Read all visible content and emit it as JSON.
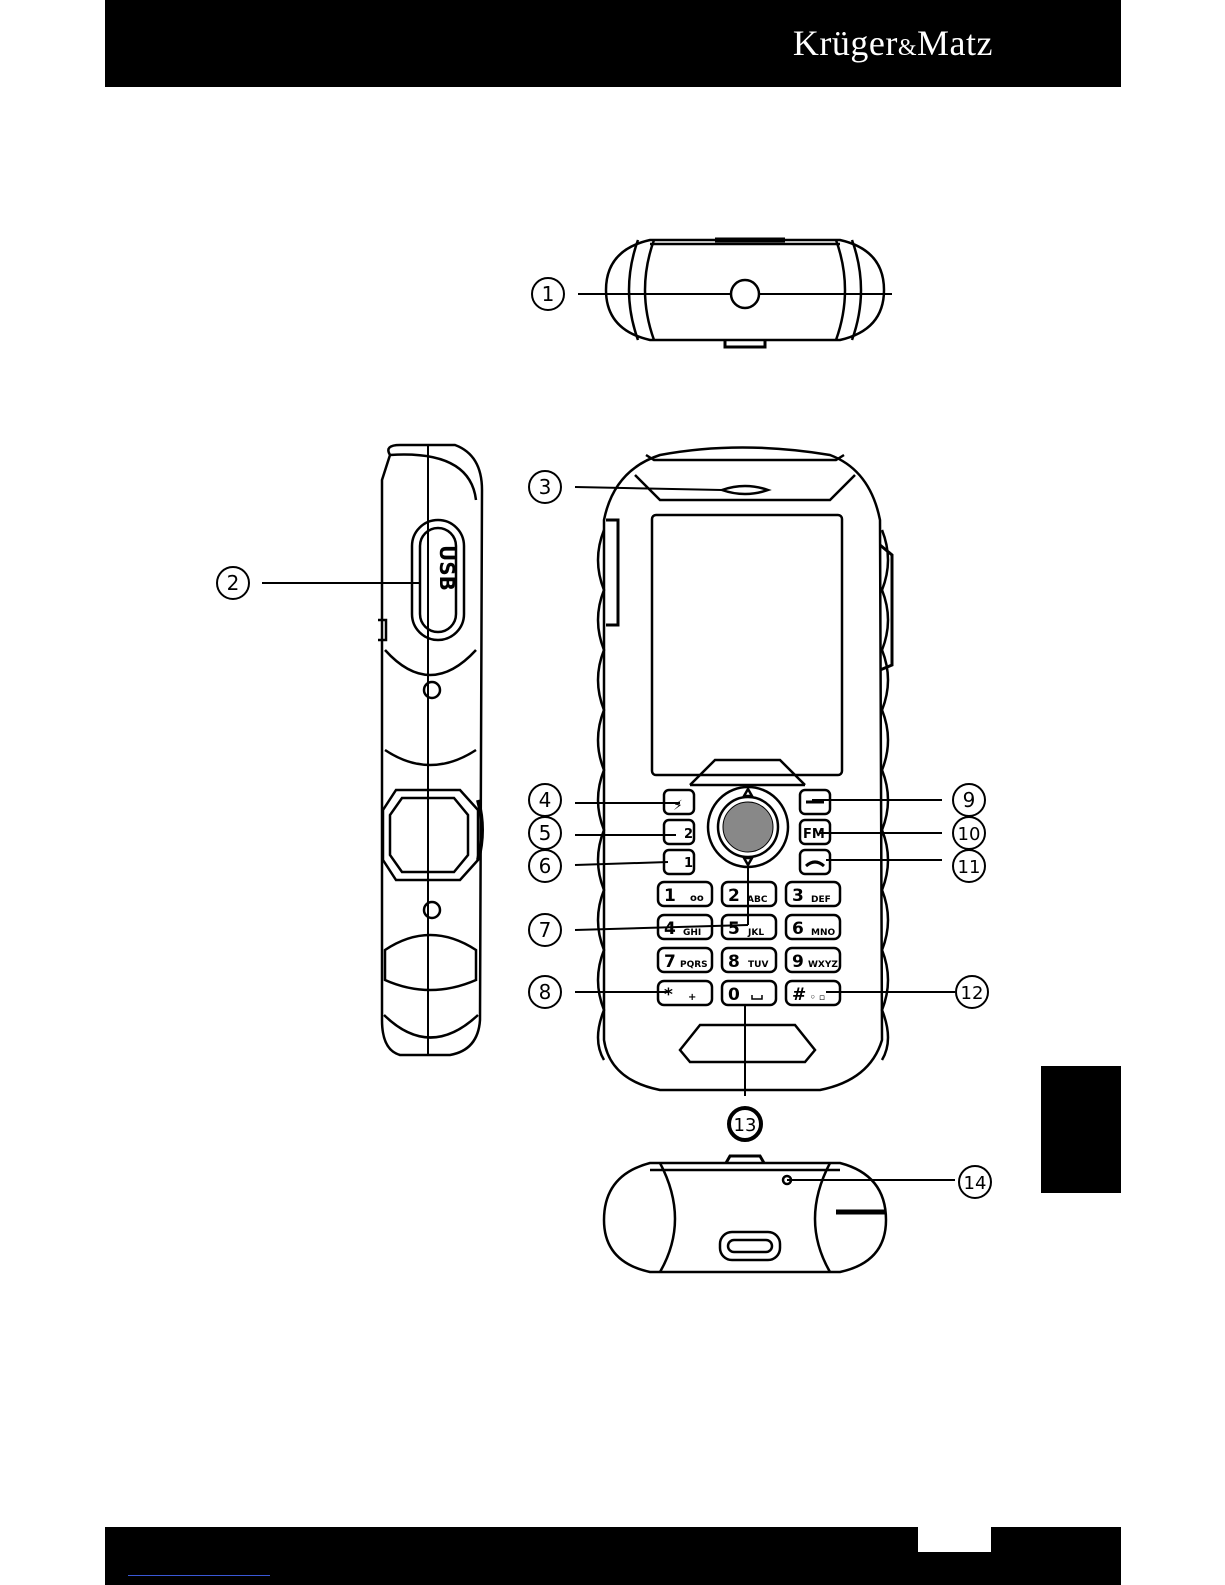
{
  "header": {
    "brand_main": "Krüger",
    "brand_amp": "&",
    "brand_end": "Matz"
  },
  "side_view": {
    "port_label": "USB"
  },
  "front_view": {
    "keys": [
      {
        "digit": "1",
        "letters": ""
      },
      {
        "digit": "2",
        "letters": "ABC"
      },
      {
        "digit": "3",
        "letters": "DEF"
      },
      {
        "digit": "4",
        "letters": "GHI"
      },
      {
        "digit": "5",
        "letters": "JKL"
      },
      {
        "digit": "6",
        "letters": "MNO"
      },
      {
        "digit": "7",
        "letters": "PQRS"
      },
      {
        "digit": "8",
        "letters": "TUV"
      },
      {
        "digit": "9",
        "letters": "WXYZ"
      },
      {
        "digit": "*",
        "letters": "+"
      },
      {
        "digit": "0",
        "letters": ""
      },
      {
        "digit": "#",
        "letters": ""
      }
    ],
    "fm_key": "FM",
    "sim1": "1",
    "sim2": "2"
  },
  "callouts": [
    "1",
    "2",
    "3",
    "4",
    "5",
    "6",
    "7",
    "8",
    "9",
    "10",
    "11",
    "12",
    "13",
    "14"
  ]
}
